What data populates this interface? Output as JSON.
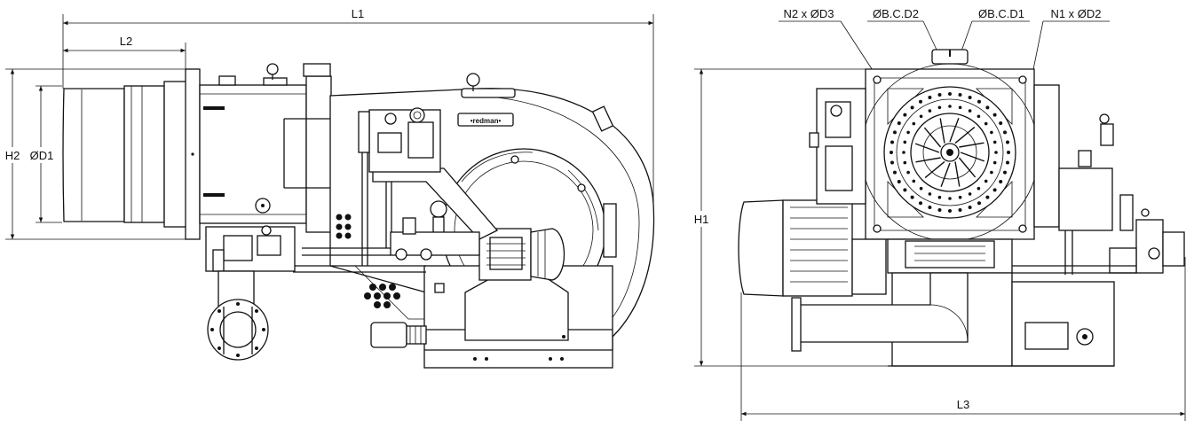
{
  "dimensions": {
    "l1": "L1",
    "l2": "L2",
    "l3": "L3",
    "h1": "H1",
    "h2": "H2",
    "d1": "ØD1"
  },
  "callouts": {
    "n2_d3": "N2 x ØD3",
    "bcd2": "ØB.C.D2",
    "bcd1": "ØB.C.D1",
    "n1_d2": "N1 x ØD2"
  },
  "nameplate": "•redman•"
}
